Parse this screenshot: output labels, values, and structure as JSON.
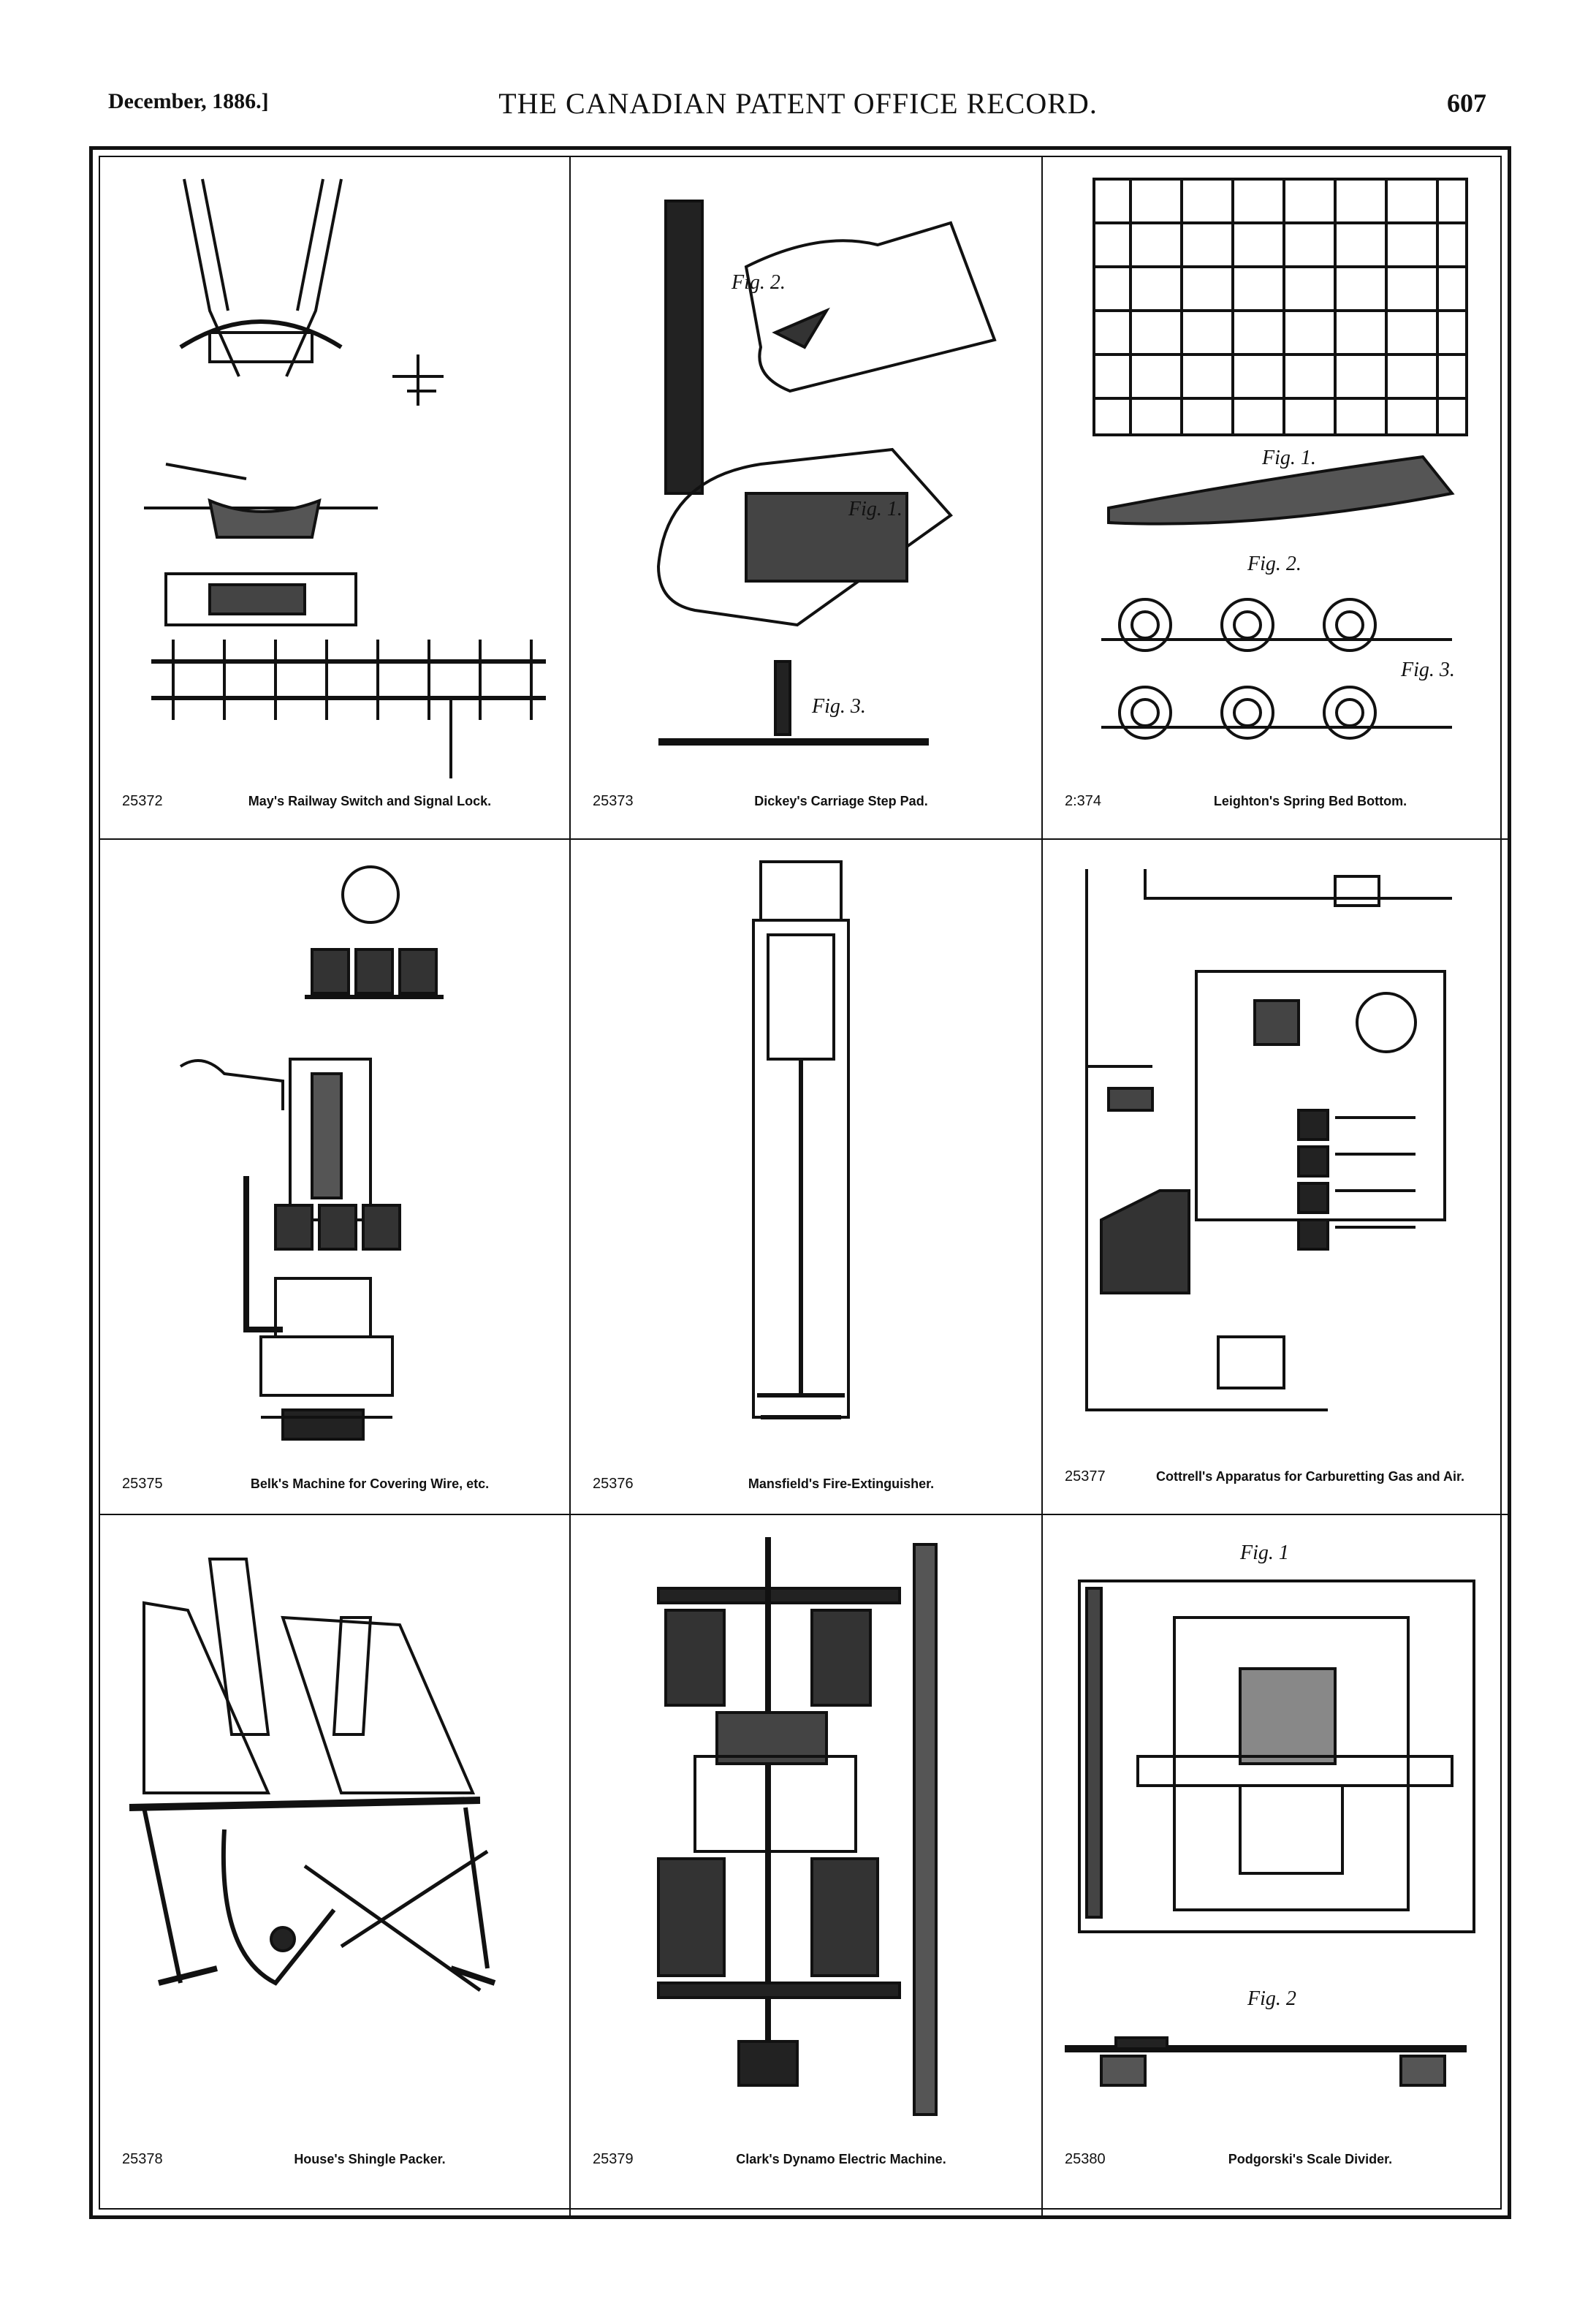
{
  "header": {
    "date": "December, 1886.]",
    "title": "THE CANADIAN PATENT OFFICE RECORD.",
    "page": "607"
  },
  "patents": [
    {
      "number": "25372",
      "title": "May's Railway Switch and Signal Lock."
    },
    {
      "number": "25373",
      "title": "Dickey's Carriage Step Pad."
    },
    {
      "number": "2:374",
      "title": "Leighton's Spring Bed Bottom."
    },
    {
      "number": "25375",
      "title": "Belk's Machine for Covering Wire, etc."
    },
    {
      "number": "25376",
      "title": "Mansfield's Fire-Extinguisher."
    },
    {
      "number": "25377",
      "title": "Cottrell's Apparatus for Carburetting Gas and Air."
    },
    {
      "number": "25378",
      "title": "House's Shingle Packer."
    },
    {
      "number": "25379",
      "title": "Clark's Dynamo Electric Machine."
    },
    {
      "number": "25380",
      "title": "Podgorski's Scale Divider."
    }
  ],
  "figure_labels": {
    "dickey": [
      "Fig. 2.",
      "Fig. 1.",
      "Fig. 3."
    ],
    "leighton": [
      "Fig. 1.",
      "Fig. 2.",
      "Fig. 3."
    ],
    "podgorski": [
      "Fig. 1",
      "Fig. 2"
    ]
  }
}
